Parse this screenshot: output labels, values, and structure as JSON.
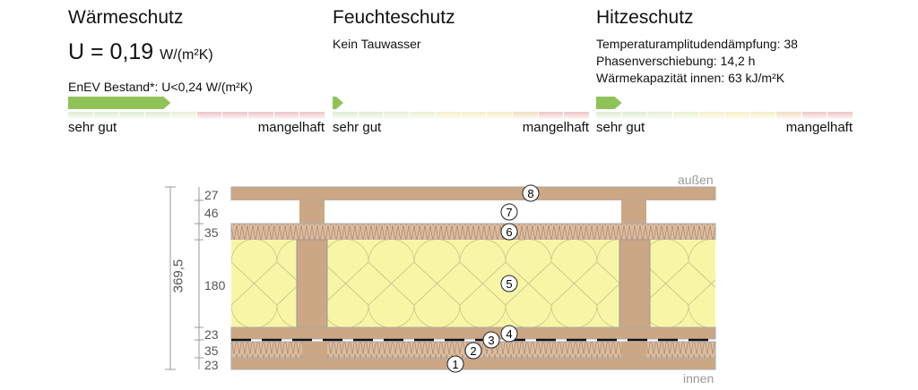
{
  "waermeschutz": {
    "title": "Wärmeschutz",
    "u_prefix": "U = 0,19",
    "u_unit": "W/(m²K)",
    "requirement": "EnEV Bestand*: U<0,24 W/(m²K)",
    "rating": 0.4,
    "scale_colors": [
      "#dfeccf",
      "#dfeccf",
      "#dfeccf",
      "#dfeccf",
      "#e9f0d4",
      "#ecc3c3",
      "#ecc3c3",
      "#ecc3c3",
      "#ecc3c3",
      "#ecc3c3"
    ],
    "good": "sehr gut",
    "bad": "mangelhaft"
  },
  "feuchteschutz": {
    "title": "Feuchteschutz",
    "text": "Kein Tauwasser",
    "rating": 0.04,
    "scale_colors": [
      "#dfeccf",
      "#dfeccf",
      "#e3eed3",
      "#eaf0d0",
      "#f3f0c8",
      "#f5efc3",
      "#f5ecc3",
      "#f2ddc0",
      "#ecc6c3",
      "#ecc3c3"
    ],
    "good": "sehr gut",
    "bad": "mangelhaft"
  },
  "hitzeschutz": {
    "title": "Hitzeschutz",
    "lines": [
      "Temperaturamplitudendämpfung: 38",
      "Phasenverschiebung: 14,2 h",
      "Wärmekapazität innen: 63 kJ/m²K"
    ],
    "rating": 0.1,
    "scale_colors": [
      "#dfeccf",
      "#dfeccf",
      "#e3eed3",
      "#eaf0d0",
      "#f3f0c8",
      "#f5efc3",
      "#f5ecc3",
      "#f2ddc0",
      "#ecc6c3",
      "#ecc3c3"
    ],
    "good": "sehr gut",
    "bad": "mangelhaft"
  },
  "diagram": {
    "outside": "außen",
    "inside": "innen",
    "total": "369,5",
    "thicknesses": [
      "27",
      "46",
      "35",
      "180",
      "23",
      "35",
      "23"
    ],
    "layer_numbers": [
      "1",
      "2",
      "3",
      "4",
      "5",
      "6",
      "7",
      "8"
    ]
  }
}
